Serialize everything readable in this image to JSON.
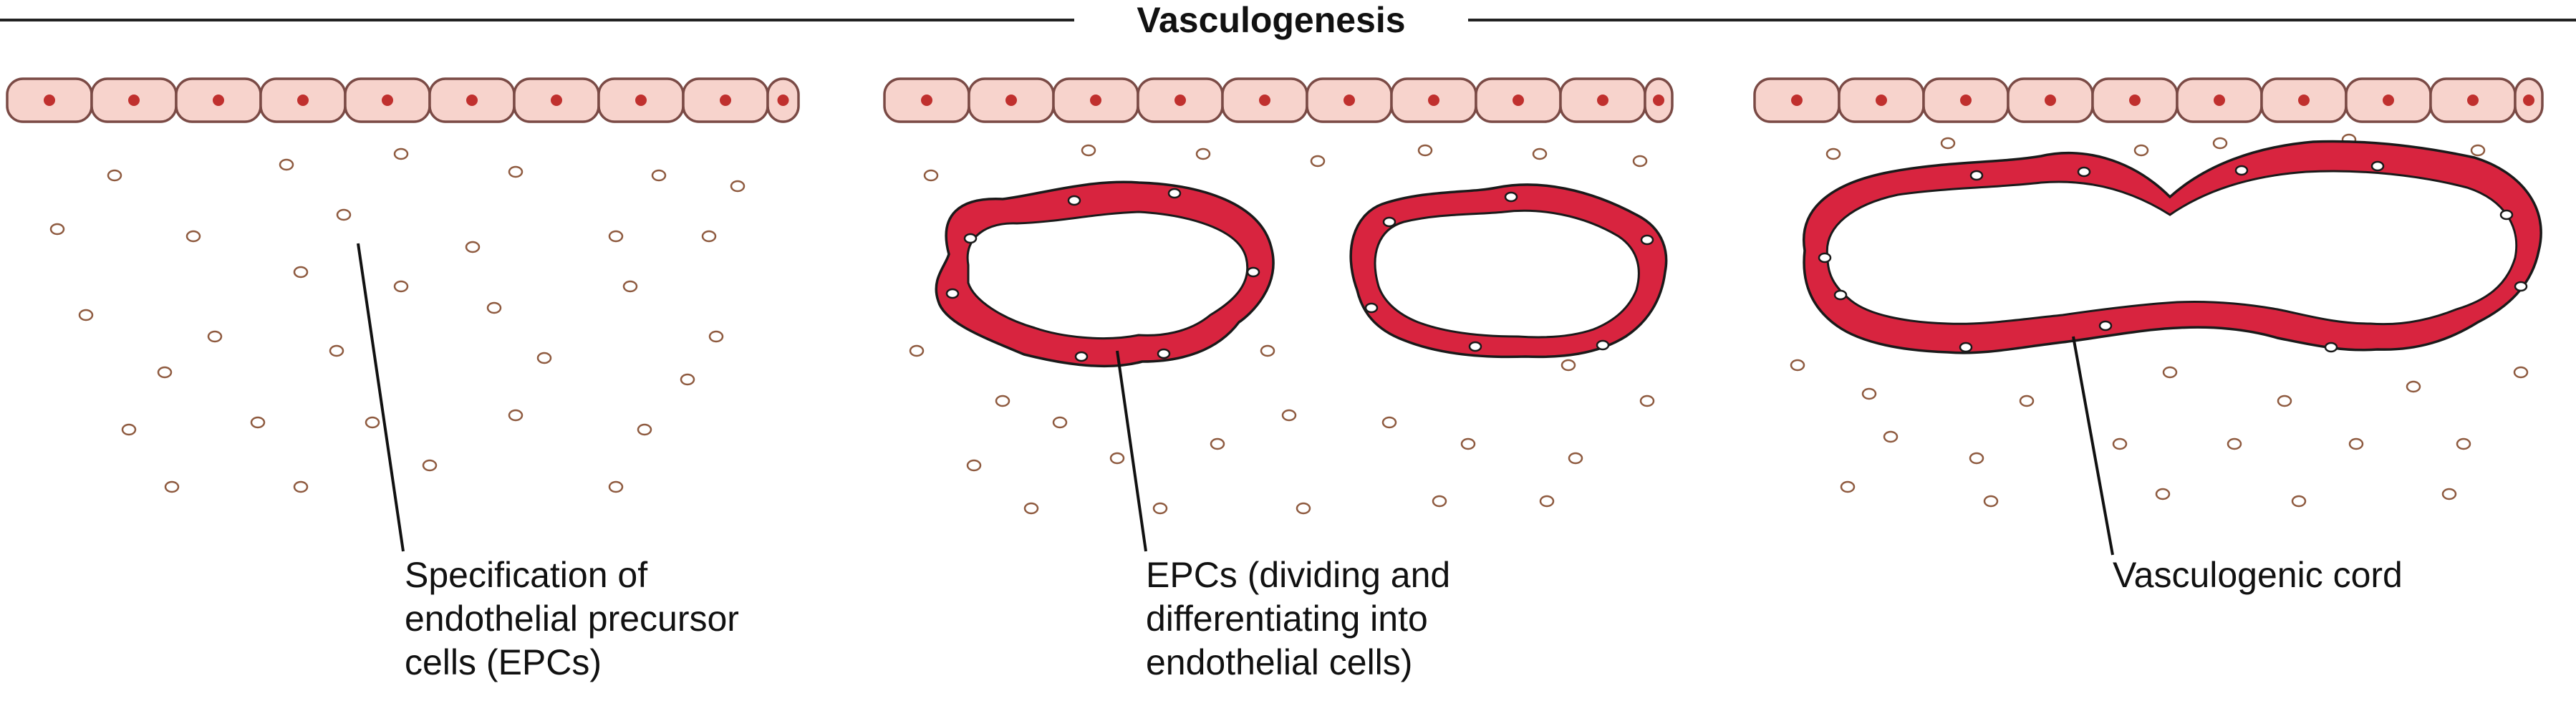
{
  "title": "Vasculogenesis",
  "panels": [
    {
      "stage": "specification",
      "label_lines": [
        "Specification of",
        "endothelial precursor",
        "cells (EPCs)"
      ]
    },
    {
      "stage": "differentiation",
      "label_lines": [
        "EPCs (dividing and",
        "differentiating into",
        "endothelial cells)"
      ]
    },
    {
      "stage": "cord",
      "label_lines": [
        "Vasculogenic cord"
      ]
    }
  ],
  "colors": {
    "epithelium_fill": "#f7d3cc",
    "epithelium_nucleus": "#c0302e",
    "mesenchyme_fill": "#f9c98e",
    "endothelium_fill": "#d8243f",
    "text": "#111111"
  }
}
